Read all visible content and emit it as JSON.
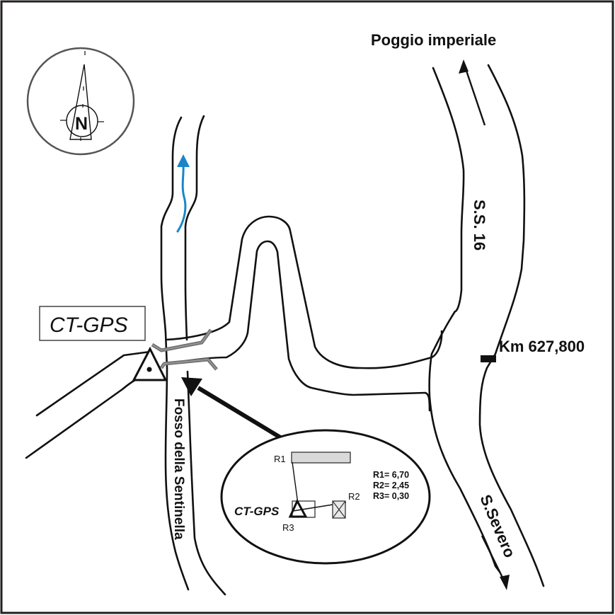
{
  "map": {
    "title": "CT-GPS station location sketch",
    "labels": {
      "destination_north": "Poggio imperiale",
      "destination_south": "S.Severo",
      "road_name": "S.S. 16",
      "km_marker": "Km 627,800",
      "stream_name": "Fosso della Sentinella",
      "station_box": "CT-GPS"
    },
    "compass": {
      "letter": "N"
    },
    "colors": {
      "stream_flow": "#1a86c8",
      "bridge": "#707070",
      "reference_fill": "#d9d9d9"
    },
    "inset": {
      "station_label": "CT-GPS",
      "reference_labels": [
        "R1",
        "R2",
        "R3"
      ],
      "distances": [
        {
          "ref": "R1",
          "text": "R1= 6,70"
        },
        {
          "ref": "R2",
          "text": "R2= 2,45"
        },
        {
          "ref": "R3",
          "text": "R3= 0,30"
        }
      ]
    }
  }
}
